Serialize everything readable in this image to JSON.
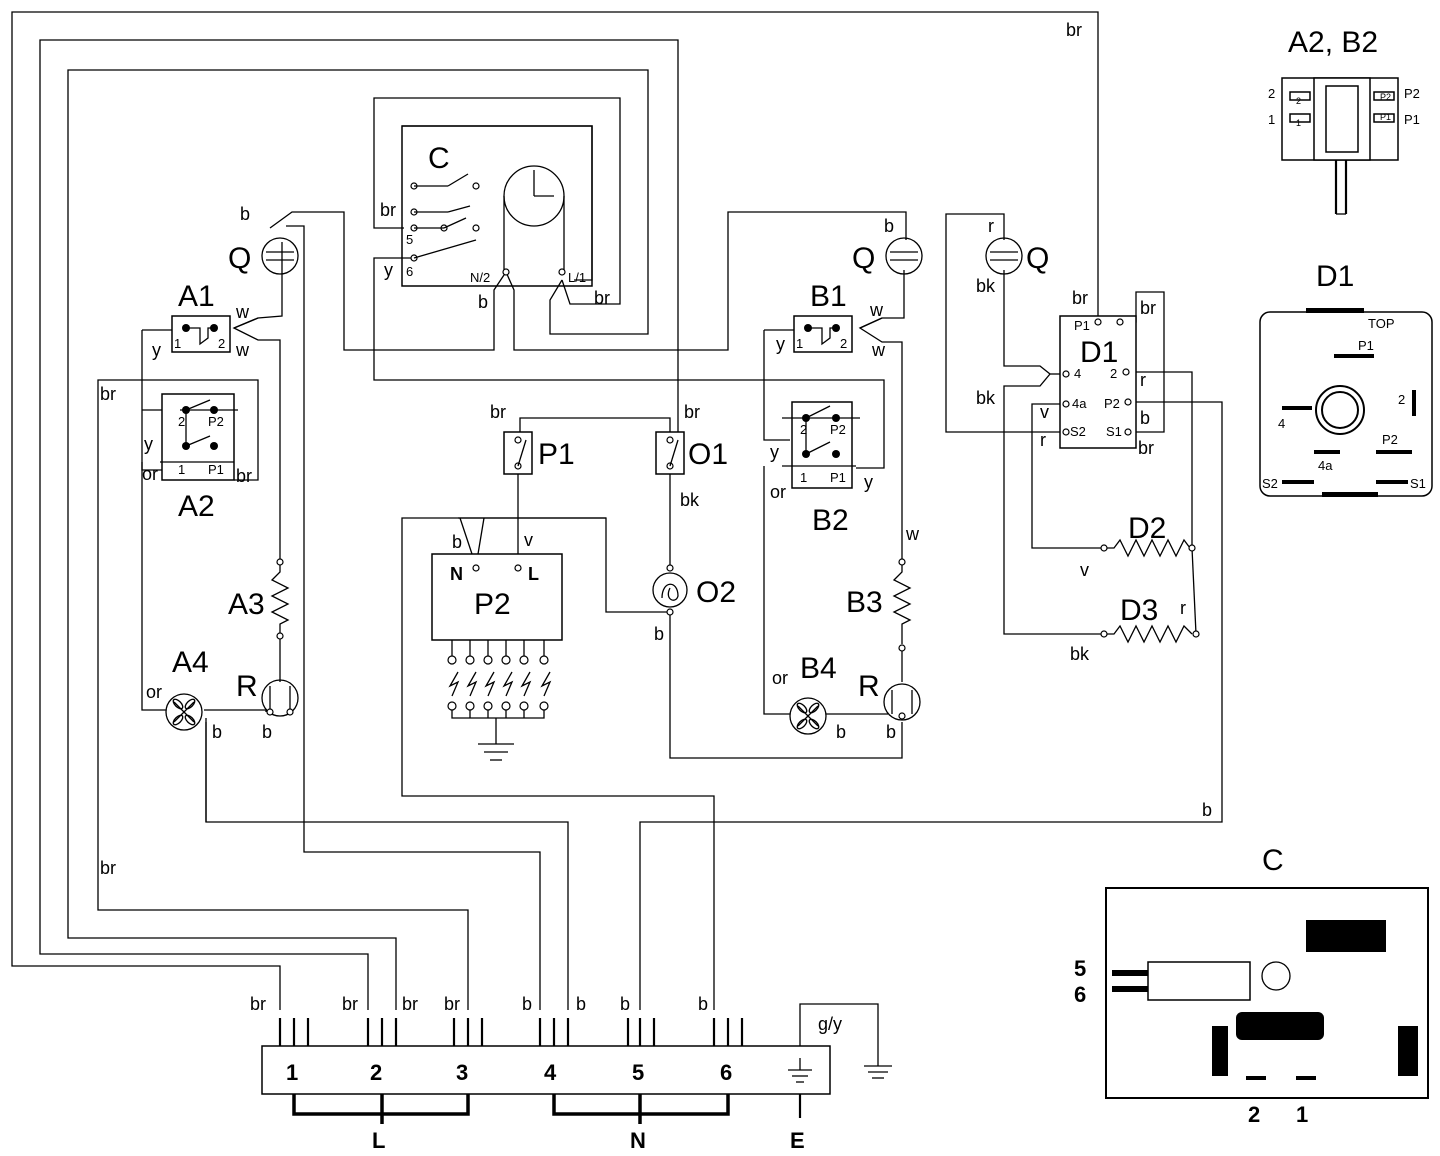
{
  "components": {
    "C": "C",
    "Q": "Q",
    "A1": "A1",
    "A2": "A2",
    "A3": "A3",
    "A4": "A4",
    "R": "R",
    "B1": "B1",
    "B2": "B2",
    "B3": "B3",
    "B4": "B4",
    "P1": "P1",
    "O1": "O1",
    "P2": "P2",
    "O2": "O2",
    "D1": "D1",
    "D2": "D2",
    "D3": "D3",
    "A2B2_title": "A2, B2",
    "D1_title": "D1",
    "C_title": "C"
  },
  "wire_colors": {
    "br": "br",
    "b": "b",
    "w": "w",
    "y": "y",
    "or": "or",
    "v": "v",
    "bk": "bk",
    "r": "r",
    "gy": "g/y"
  },
  "pins": {
    "p1": "1",
    "p2": "2",
    "P1": "P1",
    "P2": "P2",
    "p5": "5",
    "p6": "6",
    "N2": "N/2",
    "L1": "L/1",
    "N": "N",
    "L": "L",
    "p4": "4",
    "p4a": "4a",
    "S1": "S1",
    "S2": "S2",
    "TOP": "TOP"
  },
  "terminal_block": {
    "terminals": [
      "1",
      "2",
      "3",
      "4",
      "5",
      "6"
    ],
    "groups": [
      "L",
      "N",
      "E"
    ]
  },
  "detail_C": {
    "left_pins": [
      "5",
      "6"
    ],
    "bottom_pins": [
      "2",
      "1"
    ]
  }
}
